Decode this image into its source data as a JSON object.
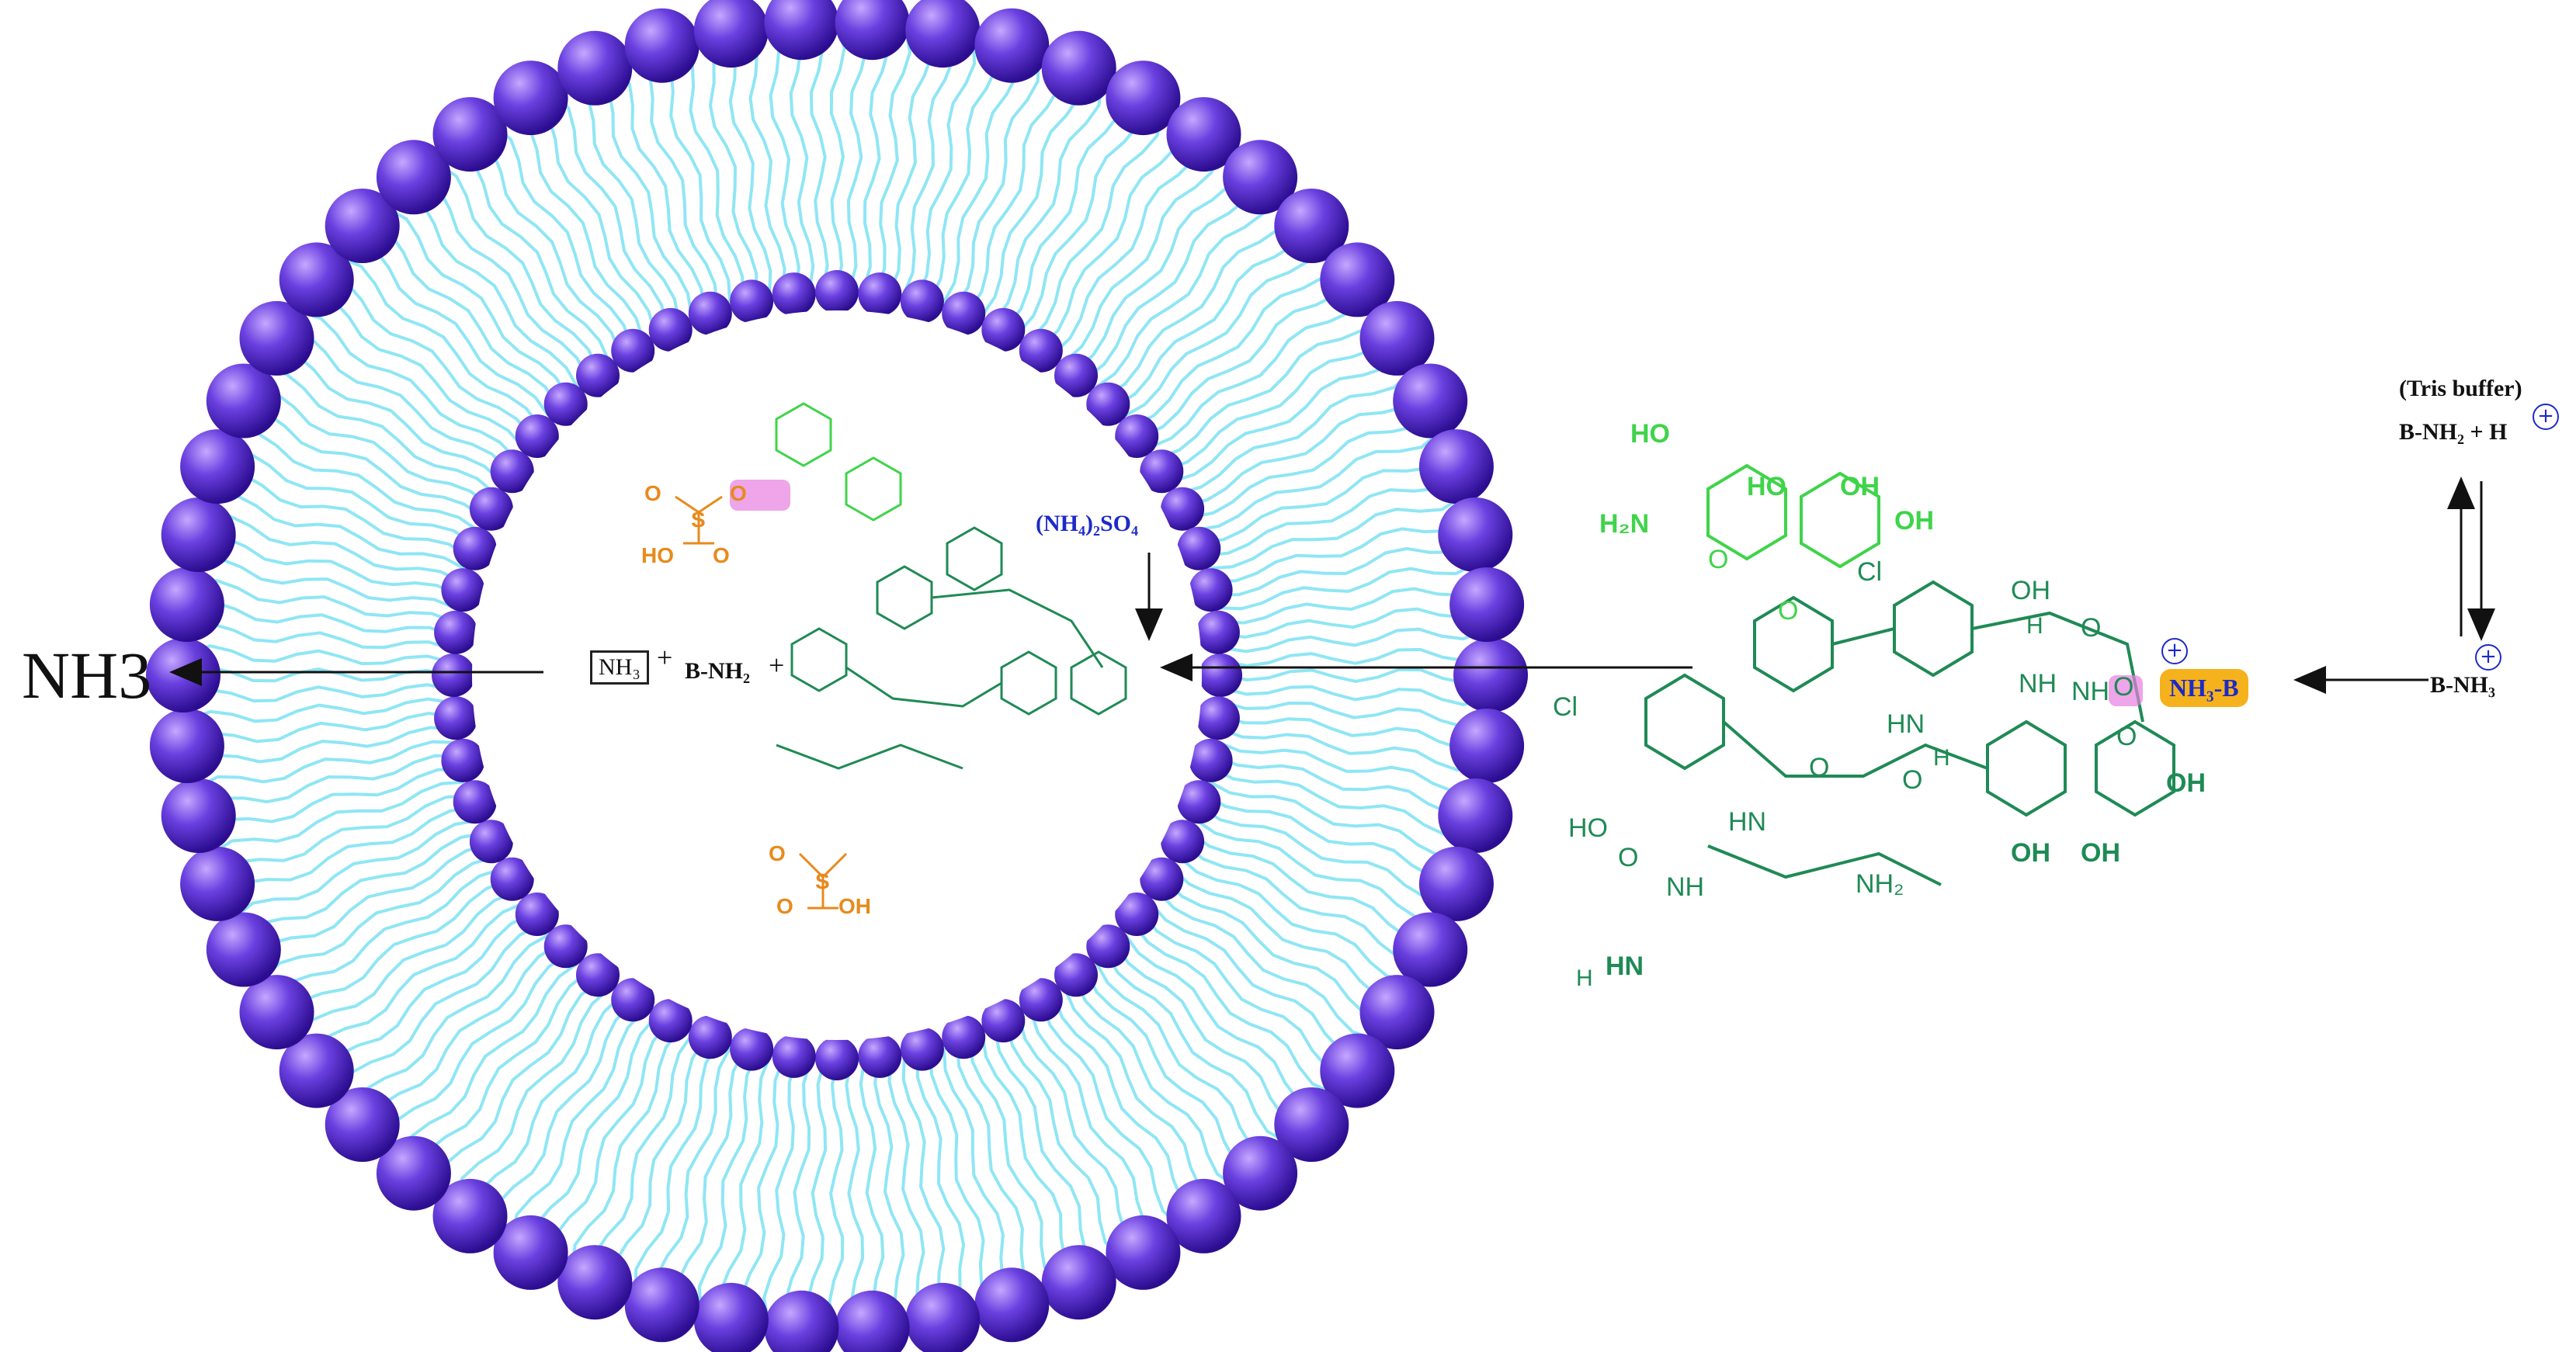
{
  "labels": {
    "nh3_out": "NH3",
    "nh3_boxed": "NH₃",
    "plus": "+",
    "b_nh2": "B-NH₂",
    "ammonium_sulfate": "(NH₄)₂SO₄",
    "tris_buffer": "(Tris buffer)",
    "b_nh2_plus_h": "B-NH₂  + H",
    "b_nh3": "B-NH₃",
    "nh3_b": "NH₃-B",
    "plus_sign": "+"
  },
  "vancomycin_atoms": [
    "HO",
    "HO",
    "OH",
    "OH",
    "H₂N",
    "O",
    "O",
    "Cl",
    "Cl",
    "OH",
    "H",
    "NH",
    "O",
    "NH",
    "HN",
    "H",
    "O",
    "HO",
    "O",
    "HN",
    "NH",
    "O",
    "NH₂",
    "OH",
    "OH",
    "OH",
    "HN",
    "H",
    "O",
    "O"
  ],
  "sulfate_atoms": [
    "O",
    "S",
    "O",
    "HO",
    "O",
    "O",
    "S",
    "O",
    "OH"
  ],
  "colors": {
    "lipid_head": "#6a40e0",
    "lipid_head_dark": "#3a1aa8",
    "lipid_tail": "#8fe6f4",
    "drug_light": "#3fd44a",
    "drug_dark": "#1f8a55",
    "sulfate": "#e88a1c",
    "badge": "#f6b21c",
    "highlight": "#e77fe0",
    "ammonium_text": "#1d2ac7"
  },
  "icons": [
    "lipid-bilayer-icon",
    "vancomycin-structure-icon",
    "sulfate-icon",
    "arrow-icon"
  ]
}
